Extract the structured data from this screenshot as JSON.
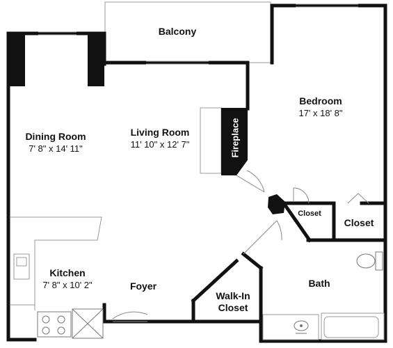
{
  "rooms": {
    "balcony": {
      "name": "Balcony"
    },
    "bedroom": {
      "name": "Bedroom",
      "dims": "17' x 18' 8\""
    },
    "dining": {
      "name": "Dining Room",
      "dims": "7' 8\" x 14' 11\""
    },
    "living": {
      "name": "Living Room",
      "dims": "11' 10\" x 12' 7\""
    },
    "fireplace": {
      "name": "Fireplace"
    },
    "closet_small": {
      "name": "Closet"
    },
    "closet": {
      "name": "Closet"
    },
    "kitchen": {
      "name": "Kitchen",
      "dims": "7' 8\" x 10' 2\""
    },
    "foyer": {
      "name": "Foyer"
    },
    "walkin": {
      "name": "Walk-In Closet",
      "line1": "Walk-In",
      "line2": "Closet"
    },
    "bath": {
      "name": "Bath"
    }
  },
  "colors": {
    "wall": "#111111",
    "fixture": "#888888",
    "fill": "#ffffff"
  }
}
